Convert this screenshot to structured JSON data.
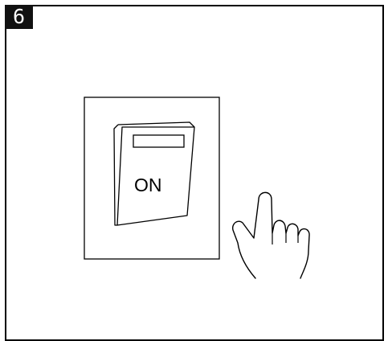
{
  "step": {
    "number": "6"
  },
  "switch": {
    "label": "ON",
    "state": "on"
  },
  "icons": {
    "hand": "pointing-hand-icon",
    "switch": "rocker-switch-icon"
  },
  "colors": {
    "line": "#000000",
    "background": "#ffffff",
    "badge": "#111111"
  }
}
